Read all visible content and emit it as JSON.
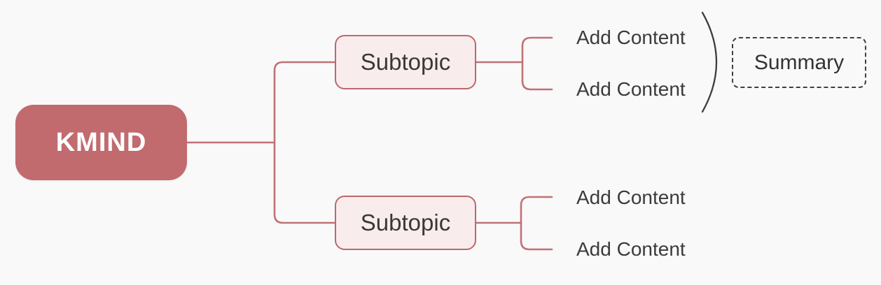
{
  "root": {
    "label": "KMIND"
  },
  "branches": [
    {
      "topic": {
        "label": "Subtopic"
      },
      "children": [
        {
          "label": "Add Content"
        },
        {
          "label": "Add Content"
        }
      ],
      "summary": {
        "label": "Summary"
      }
    },
    {
      "topic": {
        "label": "Subtopic"
      },
      "children": [
        {
          "label": "Add Content"
        },
        {
          "label": "Add Content"
        }
      ]
    }
  ],
  "colors": {
    "background": "#f9f9f9",
    "root_fill": "#c16b6f",
    "root_text": "#ffffff",
    "branch_line": "#bf7276",
    "subtopic_fill": "#f9ecec",
    "subtopic_border": "#bc686d",
    "text_dark": "#3b3b3b",
    "summary_border": "#3f3f3f"
  }
}
